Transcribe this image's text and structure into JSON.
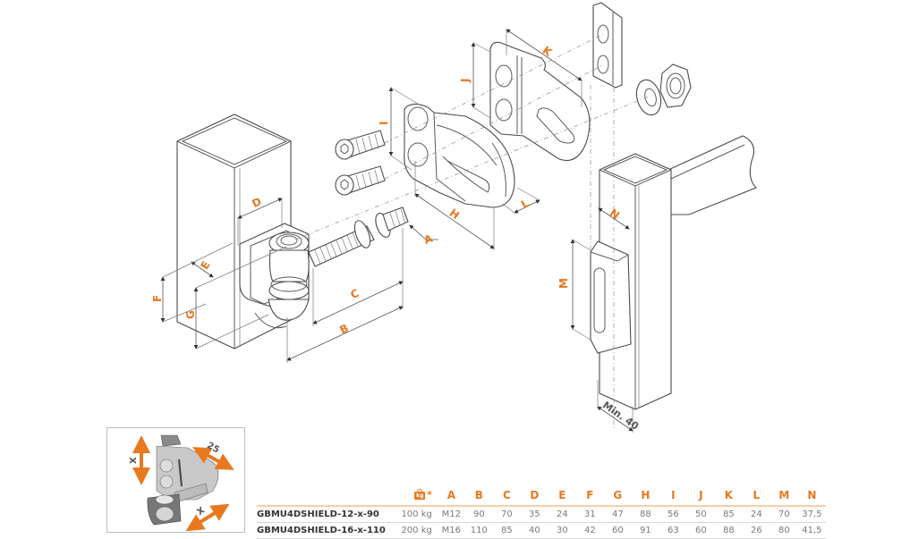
{
  "title": "GBMU4DSHIELD hinge technical drawing",
  "accent_color": "#e8791f",
  "line_color": "#5a5a5a",
  "dimension_labels": [
    "A",
    "B",
    "C",
    "D",
    "E",
    "F",
    "G",
    "H",
    "I",
    "J",
    "K",
    "L",
    "M",
    "N"
  ],
  "drawing": {
    "labels": {
      "A": "A",
      "B": "B",
      "C": "C",
      "D": "D",
      "E": "E",
      "F": "F",
      "G": "G",
      "H": "H",
      "I": "I",
      "J": "J",
      "K": "K",
      "L": "L",
      "M": "M",
      "N": "N",
      "min": "Min. 40"
    }
  },
  "inset": {
    "description": "Adjustment directions",
    "arrow_labels": {
      "vertical": "X",
      "diagonal_top": "25",
      "diagonal_bottom": "X"
    }
  },
  "table": {
    "load_icon": "weight-kg-icon",
    "load_icon_text": "kg",
    "load_marker": "*",
    "columns": [
      "A",
      "B",
      "C",
      "D",
      "E",
      "F",
      "G",
      "H",
      "I",
      "J",
      "K",
      "L",
      "M",
      "N"
    ],
    "rows": [
      {
        "model": "GBMU4DSHIELD-12-x-90",
        "load": "100 kg",
        "values": [
          "M12",
          "90",
          "70",
          "35",
          "24",
          "31",
          "47",
          "88",
          "56",
          "50",
          "85",
          "24",
          "70",
          "37,5"
        ]
      },
      {
        "model": "GBMU4DSHIELD-16-x-110",
        "load": "200 kg",
        "values": [
          "M16",
          "110",
          "85",
          "40",
          "30",
          "42",
          "60",
          "91",
          "63",
          "60",
          "88",
          "26",
          "80",
          "41,5"
        ]
      }
    ]
  }
}
